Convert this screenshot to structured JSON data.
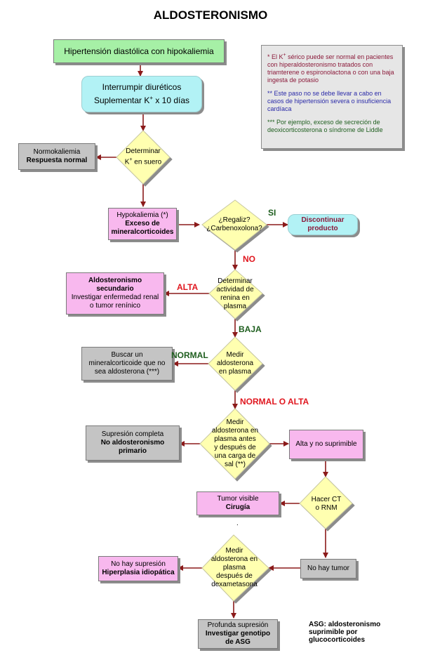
{
  "title": "ALDOSTERONISMO",
  "notes": {
    "n1_pre": "* El K",
    "n1_sup": "+",
    "n1_post": " sérico puede ser normal en pacientes con hiperaldosteronismo tratados con triamterene o espironolactona o con una baja ingesta de potasio",
    "n2": "** Este paso no se debe llevar a cabo en casos de hipertensión severa o insuficiencia cardíaca",
    "n3": "*** Por ejemplo, exceso de secreción de deoxicorticosterona o síndrome de Liddle"
  },
  "nodes": {
    "start": "Hipertensión diastólica con hipokaliemia",
    "stop_l1": "Interrumpir diuréticos",
    "stop_l2_pre": "Suplementar K",
    "stop_l2_sup": "+",
    "stop_l2_post": " x 10 días",
    "det_k_l1": "Determinar",
    "det_k_l2_pre": "K",
    "det_k_l2_sup": "+",
    "det_k_l2_post": " en suero",
    "normo_l1": "Normokaliemia",
    "normo_l2": "Respuesta normal",
    "hypo_l1": "Hypokaliemia (*)",
    "hypo_l2": "Exceso de",
    "hypo_l3": "mineralcorticoides",
    "regaliz_l1": "¿Regaliz?",
    "regaliz_l2": "¿Carbenoxolona?",
    "discont_l1": "Discontinuar",
    "discont_l2": "producto",
    "renina_l1": "Determinar",
    "renina_l2": "actividad de",
    "renina_l3": "renina en",
    "renina_l4": "plasma",
    "secund_l1": "Aldosteronismo",
    "secund_l2": "secundario",
    "secund_l3": "Investigar enfermedad renal",
    "secund_l4": "o tumor renínico",
    "medir_l1": "Medir",
    "medir_l2": "aldosterona",
    "medir_l3": "en plasma",
    "buscar_l1": "Buscar un",
    "buscar_l2": "mineralcorticoide que no",
    "buscar_l3": "sea aldosterona (***)",
    "carga_l1": "Medir",
    "carga_l2": "aldosterona en",
    "carga_l3": "plasma antes",
    "carga_l4": "y después de",
    "carga_l5": "una carga de",
    "carga_l6": "sal (**)",
    "supcomp_l1": "Supresión completa",
    "supcomp_l2": "No aldosteronismo",
    "supcomp_l3": "primario",
    "alta_nosup": "Alta y no suprimible",
    "ct_l1": "Hacer CT",
    "ct_l2": "o RNM",
    "tumor_l1": "Tumor visible",
    "tumor_l2": "Cirugía",
    "notumor": "No hay tumor",
    "dexa_l1": "Medir",
    "dexa_l2": "aldosterona en",
    "dexa_l3": "plasma",
    "dexa_l4": "después de",
    "dexa_l5": "dexametasona",
    "nosup_l1": "No hay supresión",
    "nosup_l2": "Hiperplasia idiopática",
    "profunda_l1": "Profunda supresión",
    "profunda_l2": "Investigar genotipo",
    "profunda_l3": "de ASG"
  },
  "labels": {
    "si": "SI",
    "no": "NO",
    "alta": "ALTA",
    "baja": "BAJA",
    "normal": "NORMAL",
    "normal_o_alta": "NORMAL O ALTA"
  },
  "legend": {
    "l1": "ASG: aldosteronismo",
    "l2": "suprimible por",
    "l3": "glucocorticoides"
  },
  "colors": {
    "arrow": "#8b1a1a",
    "diamond": "#ffffb0",
    "green_box": "#a6f0a6",
    "cyan_box": "#b2f2f5",
    "gray_box": "#c4c4c4",
    "pink_box": "#f8b8ee",
    "red_label": "#e0161e",
    "green_label": "#1e5e1e"
  }
}
